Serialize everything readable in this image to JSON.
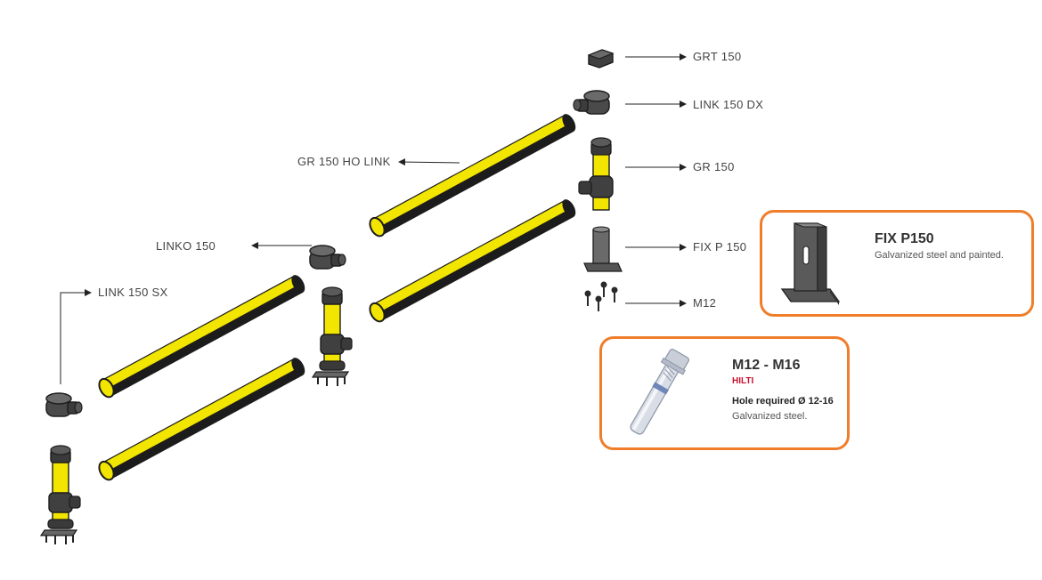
{
  "labels": {
    "grt150": "GRT 150",
    "link150dx": "LINK 150 DX",
    "gr150": "GR 150",
    "fixp150": "FIX P 150",
    "m12": "M12",
    "gr150holink": "GR 150 HO LINK",
    "linko150": "LINKO 150",
    "link150sx": "LINK 150 SX"
  },
  "cards": {
    "fix": {
      "title": "FIX P150",
      "description": "Galvanized steel and painted."
    },
    "anchor": {
      "title": "M12 - M16",
      "brand": "HILTI",
      "requirement": "Hole required Ø 12-16",
      "description": "Galvanized steel."
    }
  },
  "colors": {
    "rail_yellow": "#F2E500",
    "rail_dark": "#1C1C1C",
    "part_gray": "#4A4A4A",
    "card_border": "#EF7D2A",
    "brand_red": "#C8102E"
  }
}
